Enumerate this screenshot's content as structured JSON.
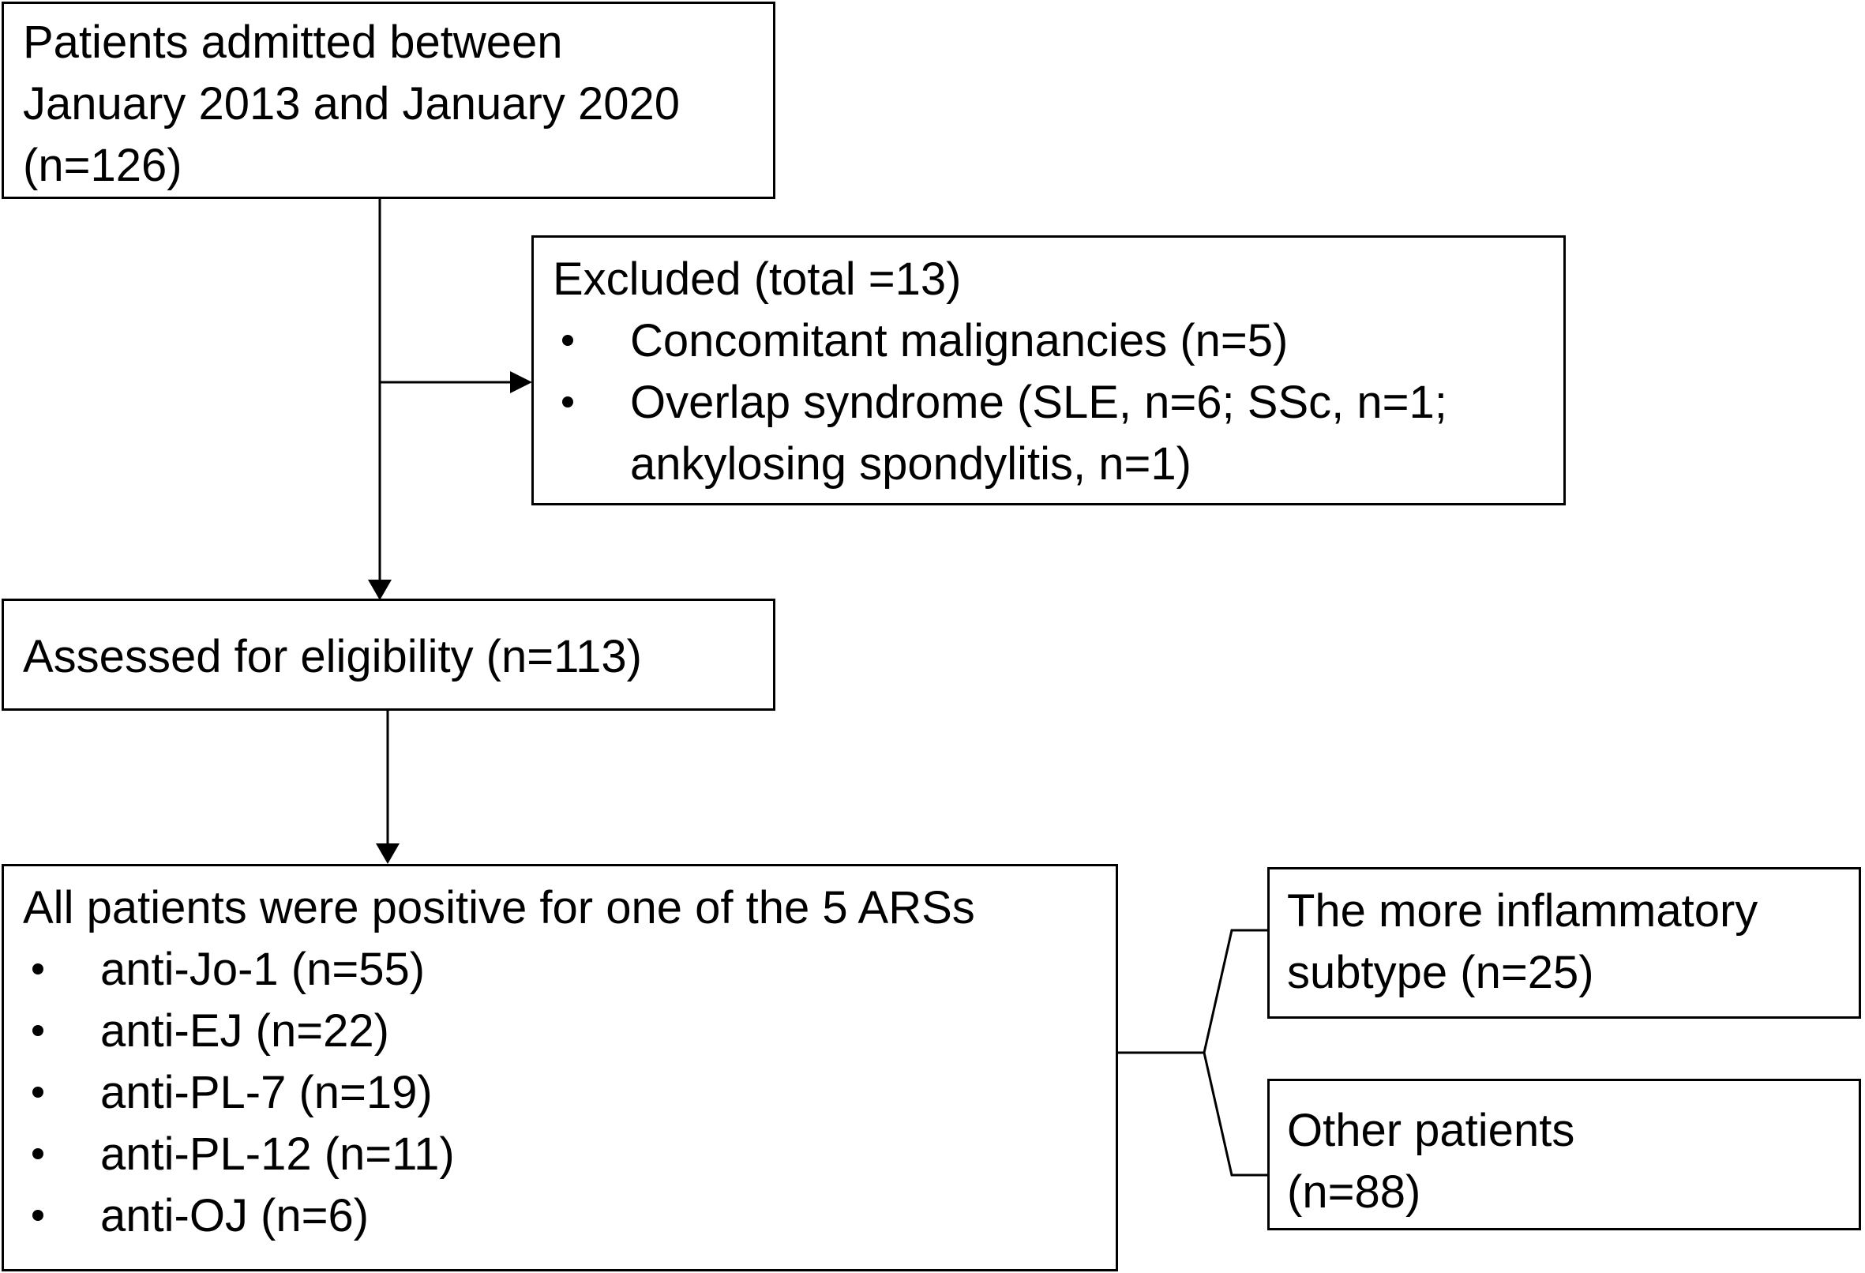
{
  "admitted": {
    "lines": [
      "Patients admitted between",
      "January 2013 and January 2020",
      "(n=126)"
    ]
  },
  "excluded": {
    "title": "Excluded (total =13)",
    "items": [
      {
        "lines": [
          "Concomitant malignancies (n=5)"
        ]
      },
      {
        "lines": [
          "Overlap syndrome (SLE, n=6; SSc, n=1;",
          "ankylosing spondylitis, n=1)"
        ]
      }
    ]
  },
  "assessed": {
    "text": "Assessed for eligibility (n=113)"
  },
  "ars": {
    "title": "All patients were positive for one of the 5 ARSs",
    "items": [
      "anti-Jo-1 (n=55)",
      "anti-EJ (n=22)",
      "anti-PL-7 (n=19)",
      "anti-PL-12 (n=11)",
      "anti-OJ (n=6)"
    ]
  },
  "inflammatory": {
    "lines": [
      "The more inflammatory",
      "subtype (n=25)"
    ]
  },
  "other": {
    "lines": [
      "Other patients",
      "(n=88)"
    ]
  }
}
